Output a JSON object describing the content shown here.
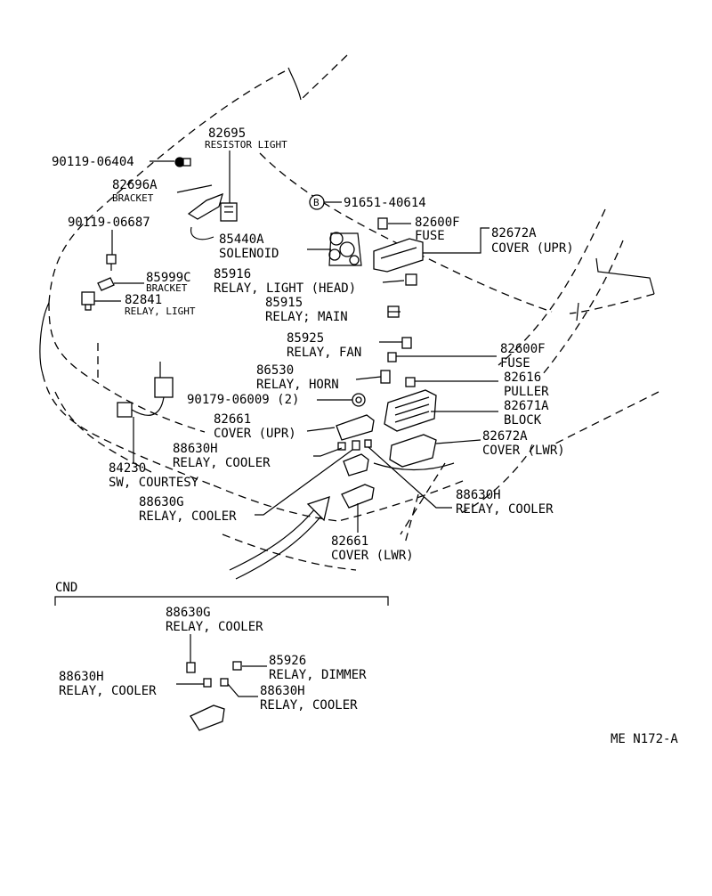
{
  "labels": {
    "p82695": "82695",
    "resistor_light": "RESISTOR LIGHT",
    "p90119_06404": "90119-06404",
    "p82696a": "82696A",
    "bracket1": "BRACKET",
    "p90119_06687": "90119-06687",
    "b_marker": "B",
    "p91651_40614": "91651-40614",
    "p82600f_a": "82600F",
    "fuse_a": "FUSE",
    "p82672a_a": "82672A",
    "cover_upr_a": "COVER (UPR)",
    "p85440a": "85440A",
    "solenoid": "SOLENOID",
    "p85999c": "85999C",
    "bracket2": "BRACKET",
    "p85916": "85916",
    "relay_light_head": "RELAY, LIGHT (HEAD)",
    "p82841": "82841",
    "relay_light": "RELAY, LIGHT",
    "p85915": "85915",
    "relay_main": "RELAY; MAIN",
    "p85925": "85925",
    "relay_fan": "RELAY, FAN",
    "p82600f_b": "82600F",
    "fuse_b": "FUSE",
    "p86530": "86530",
    "relay_horn": "RELAY, HORN",
    "p82616": "82616",
    "puller": "PULLER",
    "p90179": "90179-06009 (2)",
    "p82671a": "82671A",
    "block": "BLOCK",
    "p82661_a": "82661",
    "cover_upr_b": "COVER (UPR)",
    "p82672a_b": "82672A",
    "cover_lwr_a": "COVER (LWR)",
    "p88630h_a": "88630H",
    "relay_cooler_a": "RELAY, COOLER",
    "p84230": "84230",
    "sw_courtesy": "SW, COURTESY",
    "p88630h_b": "88630H",
    "relay_cooler_b": "RELAY, COOLER",
    "p88630g_a": "88630G",
    "relay_cooler_c": "RELAY, COOLER",
    "p82661_b": "82661",
    "cover_lwr_b": "COVER (LWR)",
    "cnd": "CND",
    "p88630g_b": "88630G",
    "relay_cooler_d": "RELAY, COOLER",
    "p85926": "85926",
    "relay_dimmer": "RELAY, DIMMER",
    "p88630h_c": "88630H",
    "relay_cooler_e": "RELAY, COOLER",
    "p88630h_d": "88630H",
    "relay_cooler_f": "RELAY, COOLER",
    "ref_code": "ME N172-A"
  }
}
